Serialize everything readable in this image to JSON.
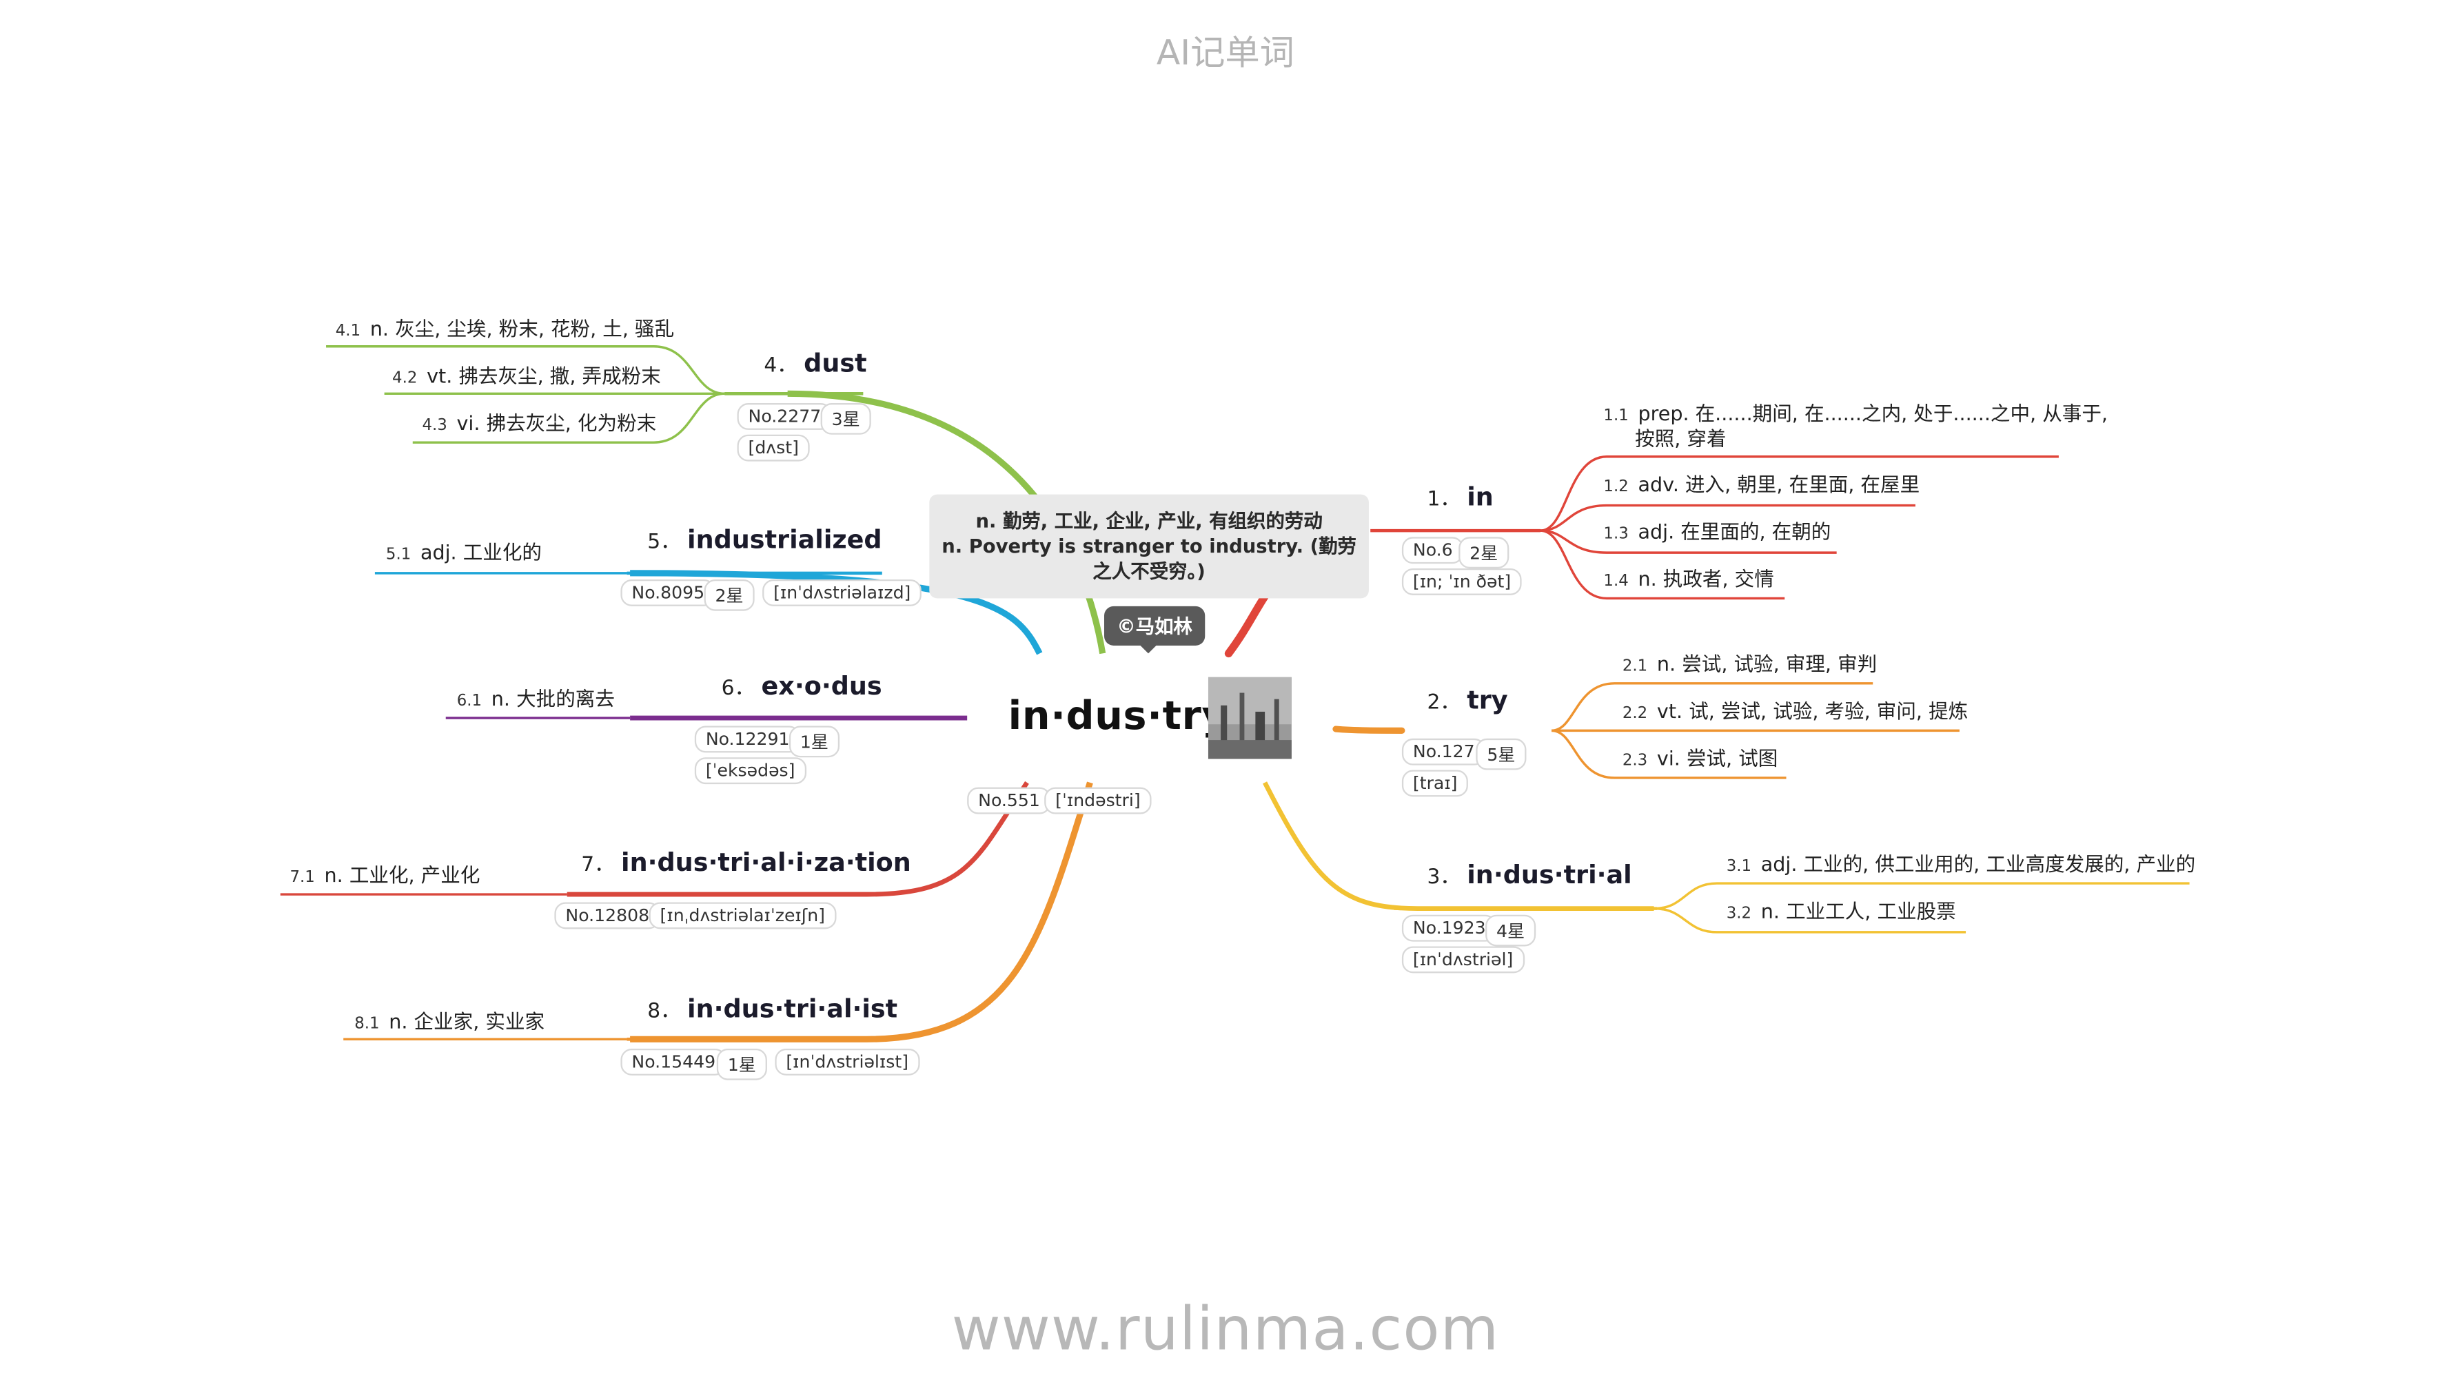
{
  "header": "AI记单词",
  "footer": "www.rulinma.com",
  "center": {
    "word": "in·dus·try",
    "no": "No.551",
    "ipa": "[ˈɪndəstri]",
    "note_line1": "n. 勤劳, 工业, 企业, 产业, 有组织的劳动",
    "note_line2": "n. Poverty is stranger to industry. (勤劳之人不受穷。)",
    "badge": "©马如林"
  },
  "branches": [
    {
      "num": "1．",
      "word": "in",
      "color": "#e0453a",
      "no": "No.6",
      "stars": "2星",
      "ipa": "[ɪn; ˈɪn ðət]",
      "defs": [
        {
          "num": "1.1",
          "line1": "prep. 在......期间, 在......之内, 处于......之中, 从事于,",
          "line2": "按照, 穿着"
        },
        {
          "num": "1.2",
          "line1": "adv. 进入, 朝里, 在里面, 在屋里"
        },
        {
          "num": "1.3",
          "line1": "adj. 在里面的, 在朝的"
        },
        {
          "num": "1.4",
          "line1": "n. 执政者, 交情"
        }
      ]
    },
    {
      "num": "2．",
      "word": "try",
      "color": "#ee9430",
      "no": "No.127",
      "stars": "5星",
      "ipa": "[traɪ]",
      "defs": [
        {
          "num": "2.1",
          "line1": "n. 尝试, 试验, 审理, 审判"
        },
        {
          "num": "2.2",
          "line1": "vt. 试, 尝试, 试验, 考验, 审问, 提炼"
        },
        {
          "num": "2.3",
          "line1": "vi. 尝试, 试图"
        }
      ]
    },
    {
      "num": "3．",
      "word": "in·dus·tri·al",
      "color": "#f2c233",
      "no": "No.1923",
      "stars": "4星",
      "ipa": "[ɪnˈdʌstriəl]",
      "defs": [
        {
          "num": "3.1",
          "line1": "adj. 工业的, 供工业用的, 工业高度发展的, 产业的"
        },
        {
          "num": "3.2",
          "line1": "n. 工业工人, 工业股票"
        }
      ]
    },
    {
      "num": "4．",
      "word": "dust",
      "color": "#8ec14b",
      "no": "No.2277",
      "stars": "3星",
      "ipa": "[dʌst]",
      "defs": [
        {
          "num": "4.1",
          "line1": "n. 灰尘, 尘埃, 粉末, 花粉, 土, 骚乱"
        },
        {
          "num": "4.2",
          "line1": "vt. 拂去灰尘, 撒, 弄成粉末"
        },
        {
          "num": "4.3",
          "line1": "vi. 拂去灰尘, 化为粉末"
        }
      ]
    },
    {
      "num": "5．",
      "word": "industrialized",
      "color": "#1fa6d8",
      "no": "No.8095",
      "stars": "2星",
      "ipa": "[ɪnˈdʌstriəlaɪzd]",
      "defs": [
        {
          "num": "5.1",
          "line1": "adj. 工业化的"
        }
      ]
    },
    {
      "num": "6．",
      "word": "ex·o·dus",
      "color": "#7b2d8e",
      "no": "No.12291",
      "stars": "1星",
      "ipa": "[ˈeksədəs]",
      "defs": [
        {
          "num": "6.1",
          "line1": "n. 大批的离去"
        }
      ]
    },
    {
      "num": "7．",
      "word": "in·dus·tri·al·i·za·tion",
      "color": "#d9473c",
      "no": "No.12808",
      "stars": "",
      "ipa": "[ɪnˌdʌstriəlaɪˈzeɪʃn]",
      "defs": [
        {
          "num": "7.1",
          "line1": "n. 工业化, 产业化"
        }
      ]
    },
    {
      "num": "8．",
      "word": "in·dus·tri·al·ist",
      "color": "#ee9430",
      "no": "No.15449",
      "stars": "1星",
      "ipa": "[ɪnˈdʌstriəlɪst]",
      "defs": [
        {
          "num": "8.1",
          "line1": "n. 企业家, 实业家"
        }
      ]
    }
  ]
}
